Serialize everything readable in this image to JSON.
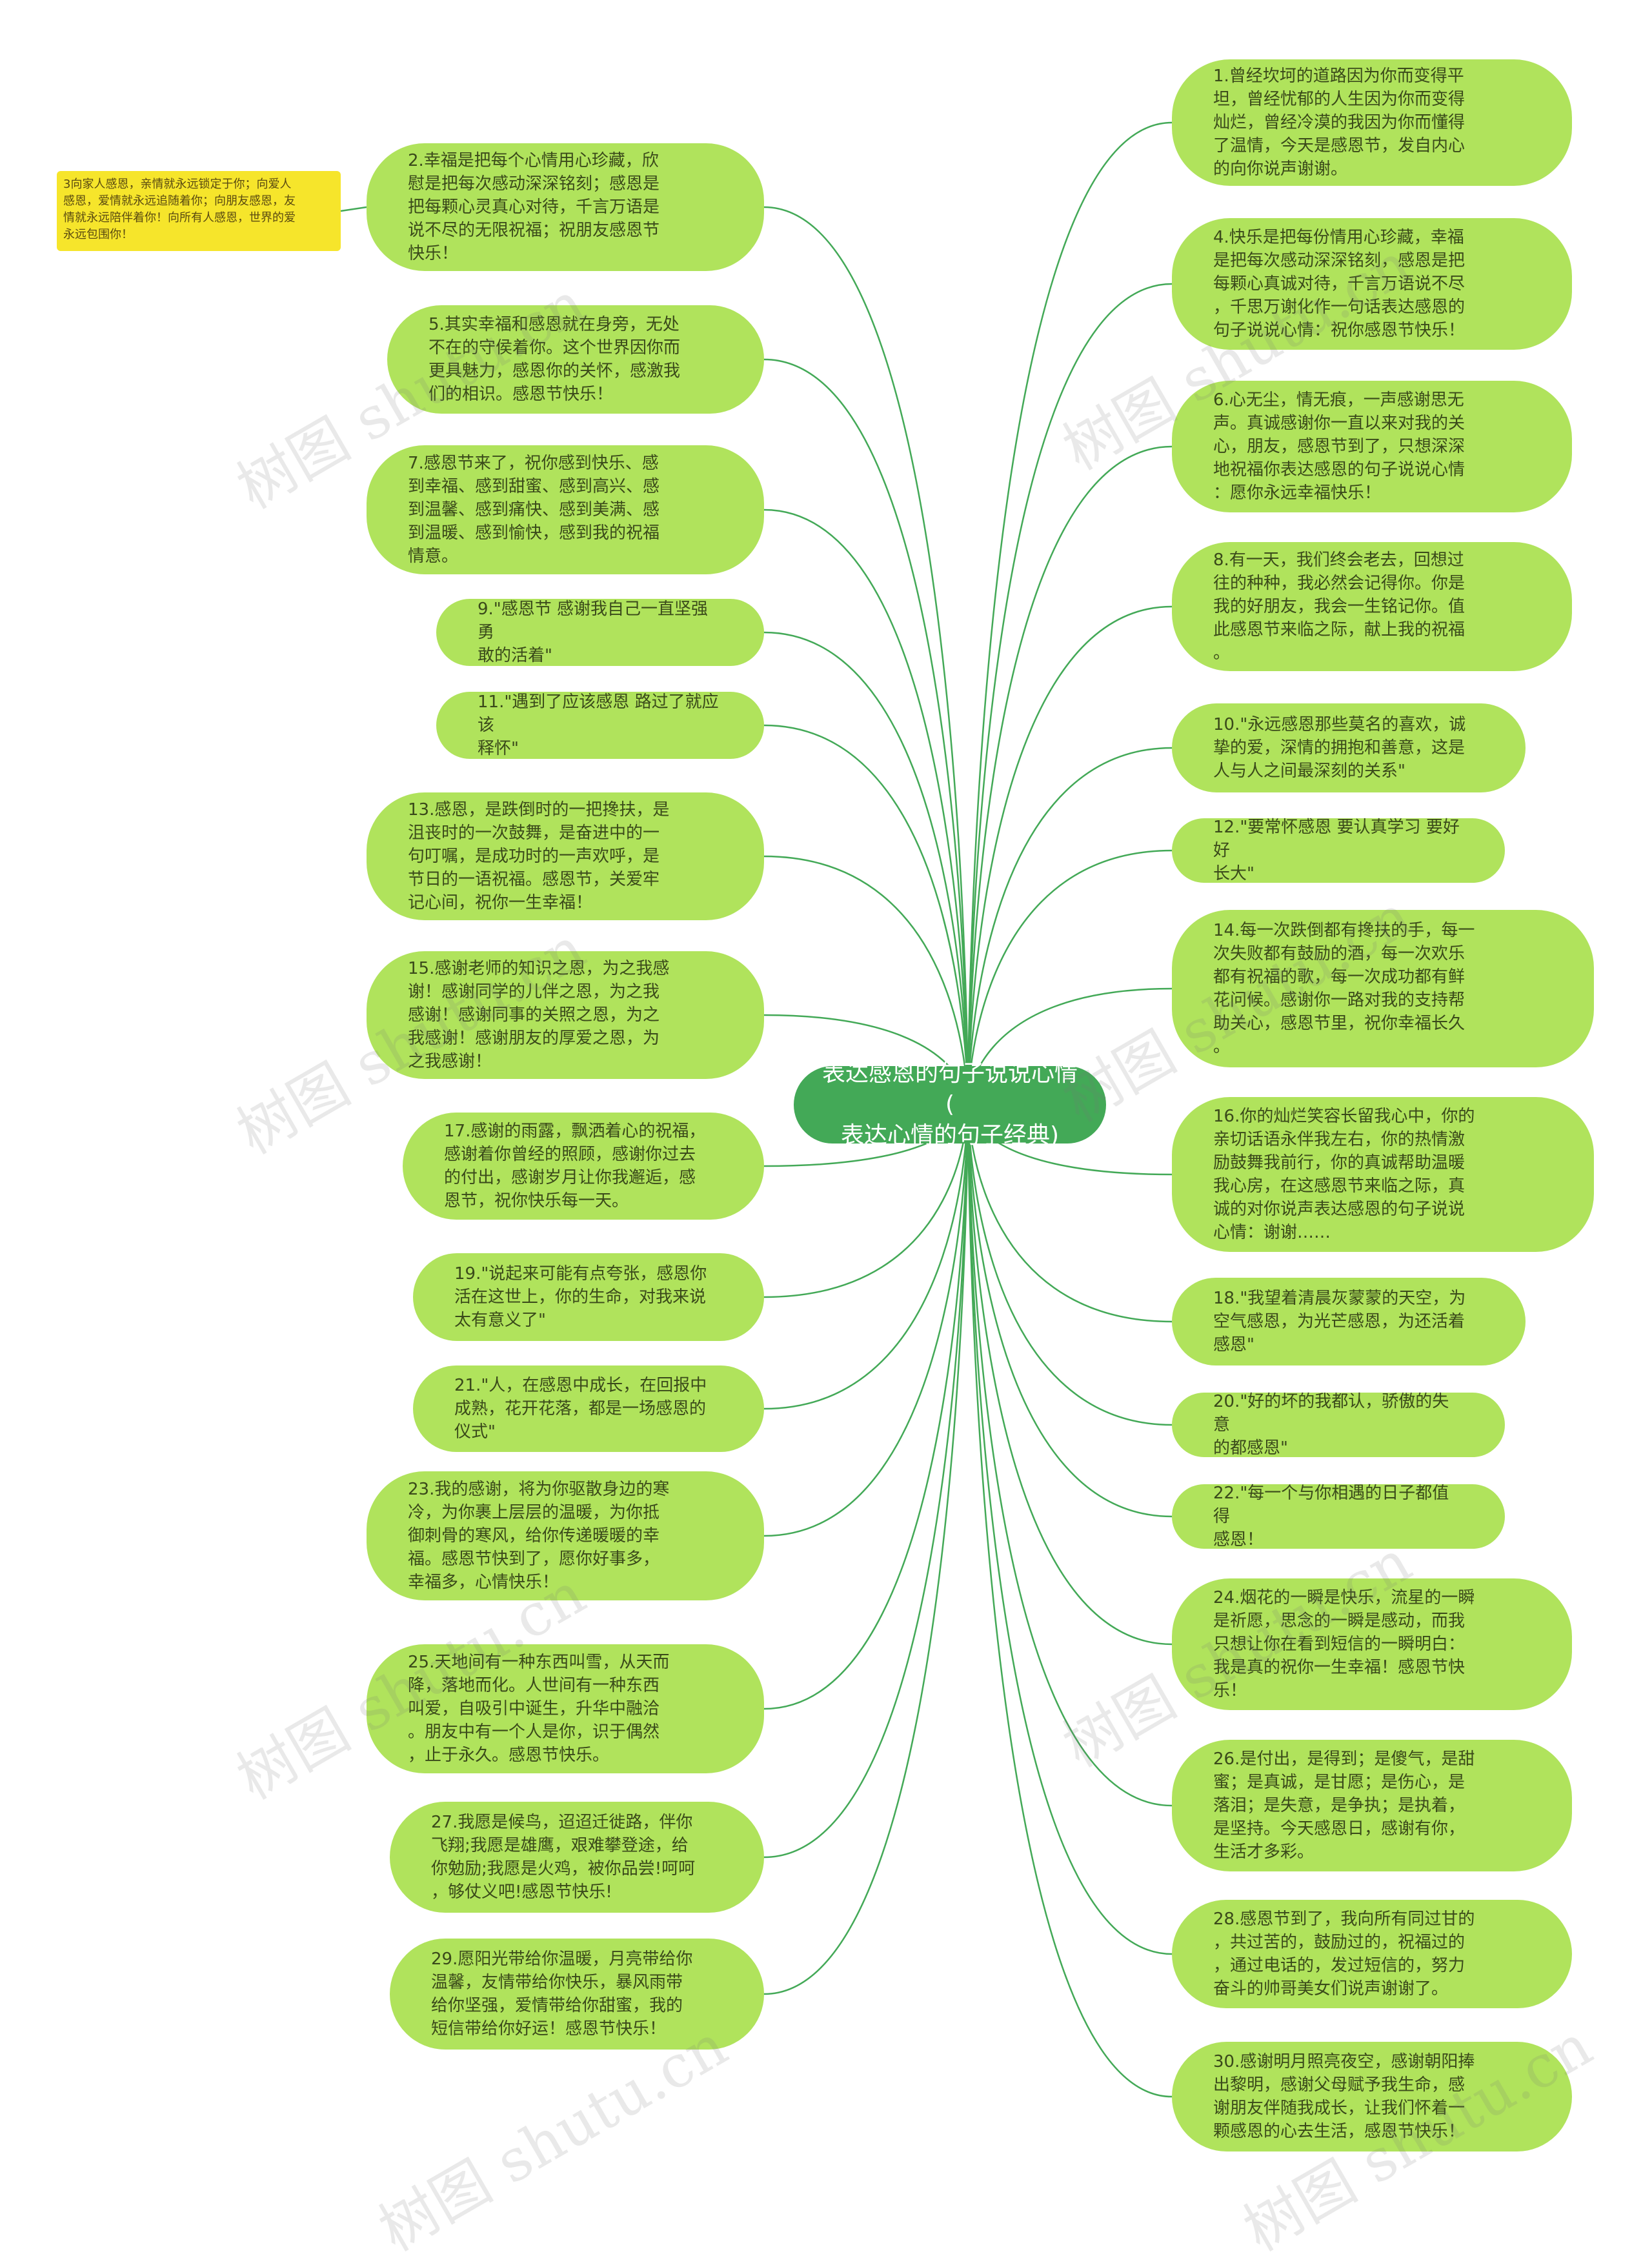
{
  "colors": {
    "center_bg": "#43a957",
    "node_bg": "#b0e35c",
    "note_bg": "#f6e52b",
    "edge": "#43a957"
  },
  "center": {
    "text": "表达感恩的句子说说心情(\n表达心情的句子经典)"
  },
  "note": {
    "text": "3向家人感恩，亲情就永远锁定于你；向爱人\n感恩，爱情就永远追随着你；向朋友感恩，友\n情就永远陪伴着你！向所有人感恩，世界的爱\n永远包围你！"
  },
  "left_nodes": [
    {
      "id": "n2",
      "text": "2.幸福是把每个心情用心珍藏，欣\n慰是把每次感动深深铭刻；感恩是\n把每颗心灵真心对待，千言万语是\n说不尽的无限祝福；祝朋友感恩节\n快乐！"
    },
    {
      "id": "n5",
      "text": "5.其实幸福和感恩就在身旁，无处\n不在的守侯着你。这个世界因你而\n更具魅力，感恩你的关怀，感激我\n们的相识。感恩节快乐！"
    },
    {
      "id": "n7",
      "text": "7.感恩节来了，祝你感到快乐、感\n到幸福、感到甜蜜、感到高兴、感\n到温馨、感到痛快、感到美满、感\n到温暖、感到愉快，感到我的祝福\n情意。"
    },
    {
      "id": "n9",
      "text": "9.\"感恩节 感谢我自己一直坚强勇\n敢的活着\""
    },
    {
      "id": "n11",
      "text": "11.\"遇到了应该感恩 路过了就应该\n释怀\""
    },
    {
      "id": "n13",
      "text": "13.感恩，是跌倒时的一把搀扶，是\n沮丧时的一次鼓舞，是奋进中的一\n句叮嘱，是成功时的一声欢呼，是\n节日的一语祝福。感恩节，关爱牢\n记心间，祝你一生幸福！"
    },
    {
      "id": "n15",
      "text": "15.感谢老师的知识之恩，为之我感\n谢！感谢同学的儿伴之恩，为之我\n感谢！感谢同事的关照之恩，为之\n我感谢！感谢朋友的厚爱之恩，为\n之我感谢！"
    },
    {
      "id": "n17",
      "text": "17.感谢的雨露，飘洒着心的祝福，\n感谢着你曾经的照顾，感谢你过去\n的付出，感谢岁月让你我邂逅，感\n恩节，祝你快乐每一天。"
    },
    {
      "id": "n19",
      "text": "19.\"说起来可能有点夸张，感恩你\n活在这世上，你的生命，对我来说\n太有意义了\""
    },
    {
      "id": "n21",
      "text": "21.\"人，在感恩中成长，在回报中\n成熟，花开花落，都是一场感恩的\n仪式\""
    },
    {
      "id": "n23",
      "text": "23.我的感谢，将为你驱散身边的寒\n冷，为你裹上层层的温暖，为你抵\n御刺骨的寒风，给你传递暖暖的幸\n福。感恩节快到了，愿你好事多，\n幸福多，心情快乐！"
    },
    {
      "id": "n25",
      "text": "25.天地间有一种东西叫雪，从天而\n降，落地而化。人世间有一种东西\n叫爱，自吸引中诞生，升华中融洽\n。朋友中有一个人是你，识于偶然\n，止于永久。感恩节快乐。"
    },
    {
      "id": "n27",
      "text": "27.我愿是候鸟，迢迢迁徙路，伴你\n飞翔;我愿是雄鹰，艰难攀登途，给\n你勉励;我愿是火鸡，被你品尝!呵呵\n，够仗义吧!感恩节快乐!"
    },
    {
      "id": "n29",
      "text": "29.愿阳光带给你温暖，月亮带给你\n温馨，友情带给你快乐，暴风雨带\n给你坚强，爱情带给你甜蜜，我的\n短信带给你好运！感恩节快乐！"
    }
  ],
  "right_nodes": [
    {
      "id": "n1",
      "text": "1.曾经坎坷的道路因为你而变得平\n坦，曾经忧郁的人生因为你而变得\n灿烂，曾经冷漠的我因为你而懂得\n了温情，今天是感恩节，发自内心\n的向你说声谢谢。"
    },
    {
      "id": "n4",
      "text": "4.快乐是把每份情用心珍藏，幸福\n是把每次感动深深铭刻，感恩是把\n每颗心真诚对待，千言万语说不尽\n，千思万谢化作一句话表达感恩的\n句子说说心情：祝你感恩节快乐！"
    },
    {
      "id": "n6",
      "text": "6.心无尘，情无痕，一声感谢思无\n声。真诚感谢你一直以来对我的关\n心，朋友，感恩节到了，只想深深\n地祝福你表达感恩的句子说说心情\n：愿你永远幸福快乐！"
    },
    {
      "id": "n8",
      "text": "8.有一天，我们终会老去，回想过\n往的种种，我必然会记得你。你是\n我的好朋友，我会一生铭记你。值\n此感恩节来临之际，献上我的祝福\n。"
    },
    {
      "id": "n10",
      "text": "10.\"永远感恩那些莫名的喜欢，诚\n挚的爱，深情的拥抱和善意，这是\n人与人之间最深刻的关系\""
    },
    {
      "id": "n12",
      "text": "12.\"要常怀感恩 要认真学习 要好好\n长大\""
    },
    {
      "id": "n14",
      "text": "14.每一次跌倒都有搀扶的手，每一\n次失败都有鼓励的酒，每一次欢乐\n都有祝福的歌，每一次成功都有鲜\n花问候。感谢你一路对我的支持帮\n助关心，感恩节里，祝你幸福长久\n。"
    },
    {
      "id": "n16",
      "text": "16.你的灿烂笑容长留我心中，你的\n亲切话语永伴我左右，你的热情激\n励鼓舞我前行，你的真诚帮助温暖\n我心房，在这感恩节来临之际，真\n诚的对你说声表达感恩的句子说说\n心情：谢谢……"
    },
    {
      "id": "n18",
      "text": "18.\"我望着清晨灰蒙蒙的天空，为\n空气感恩，为光芒感恩，为还活着\n感恩\""
    },
    {
      "id": "n20",
      "text": "20.\"好的坏的我都认，骄傲的失意\n的都感恩\""
    },
    {
      "id": "n22",
      "text": "22.\"每一个与你相遇的日子都值得\n感恩！"
    },
    {
      "id": "n24",
      "text": "24.烟花的一瞬是快乐，流星的一瞬\n是祈愿，思念的一瞬是感动，而我\n只想让你在看到短信的一瞬明白：\n我是真的祝你一生幸福！感恩节快\n乐！"
    },
    {
      "id": "n26",
      "text": "26.是付出，是得到；是傻气，是甜\n蜜；是真诚，是甘愿；是伤心，是\n落泪；是失意，是争执；是执着，\n是坚持。今天感恩日，感谢有你，\n生活才多彩。"
    },
    {
      "id": "n28",
      "text": "28.感恩节到了，我向所有同过甘的\n，共过苦的，鼓励过的，祝福过的\n，通过电话的，发过短信的，努力\n奋斗的帅哥美女们说声谢谢了。"
    },
    {
      "id": "n30",
      "text": "30.感谢明月照亮夜空，感谢朝阳捧\n出黎明，感谢父母赋予我生命，感\n谢朋友伴随我成长，让我们怀着一\n颗感恩的心去生活，感恩节快乐！"
    }
  ],
  "watermarks": [
    "树图 shutu.cn",
    "树图 shutu.cn",
    "树图 shutu.cn",
    "树图 shutu.cn",
    "树图 shutu.cn",
    "树图 shutu.cn",
    "树图 shutu.cn",
    "树图 shutu.cn"
  ]
}
